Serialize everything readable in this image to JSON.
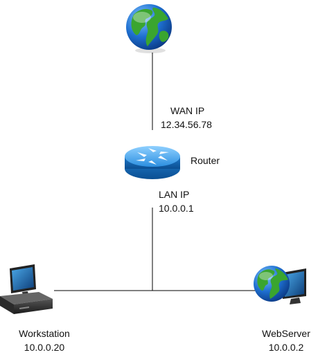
{
  "diagram": {
    "wan": {
      "icon": "globe-icon",
      "label": "WAN IP",
      "ip": "12.34.56.78"
    },
    "router": {
      "icon": "router-icon",
      "label": "Router"
    },
    "lan": {
      "label": "LAN IP",
      "ip": "10.0.0.1"
    },
    "workstation": {
      "icon": "desktop-computer-icon",
      "label": "Workstation",
      "ip": "10.0.0.20"
    },
    "webserver": {
      "icon": "server-globe-icon",
      "label": "WebServer",
      "ip": "10.0.0.2"
    }
  },
  "colors": {
    "ocean": "#1e6fd0",
    "land": "#3aa52f",
    "router_blue": "#2c8fe0",
    "line": "#000000"
  }
}
